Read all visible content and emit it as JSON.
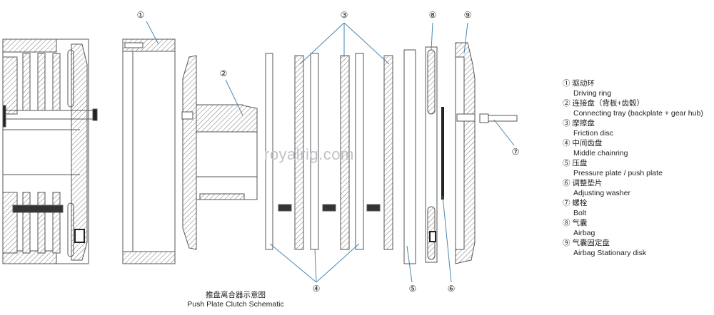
{
  "watermark": "royalrig.com",
  "caption": {
    "cn": "推盘离合器示意图",
    "en": "Push Plate Clutch Schematic"
  },
  "callouts": [
    "①",
    "②",
    "③",
    "④",
    "⑤",
    "⑥",
    "⑦",
    "⑧",
    "⑨"
  ],
  "legend": [
    {
      "num": "①",
      "cn": "驱动环",
      "en": "Driving ring"
    },
    {
      "num": "②",
      "cn": "连接盘（背板+齿毂）",
      "en": "Connecting tray (backplate + gear hub)"
    },
    {
      "num": "③",
      "cn": "摩擦盘",
      "en": "Friction disc"
    },
    {
      "num": "④",
      "cn": "中间齿盘",
      "en": "Middle chainring"
    },
    {
      "num": "⑤",
      "cn": "压盘",
      "en": "Pressure plate / push plate"
    },
    {
      "num": "⑥",
      "cn": "调整垫片",
      "en": "Adjusting washer"
    },
    {
      "num": "⑦",
      "cn": "螺栓",
      "en": "Bolt"
    },
    {
      "num": "⑧",
      "cn": "气囊",
      "en": "Airbag"
    },
    {
      "num": "⑨",
      "cn": "气囊固定盘",
      "en": "Airbag Stationary disk"
    }
  ],
  "colors": {
    "line": "#555555",
    "leader": "#4a86b0",
    "hatch": "#777777"
  }
}
